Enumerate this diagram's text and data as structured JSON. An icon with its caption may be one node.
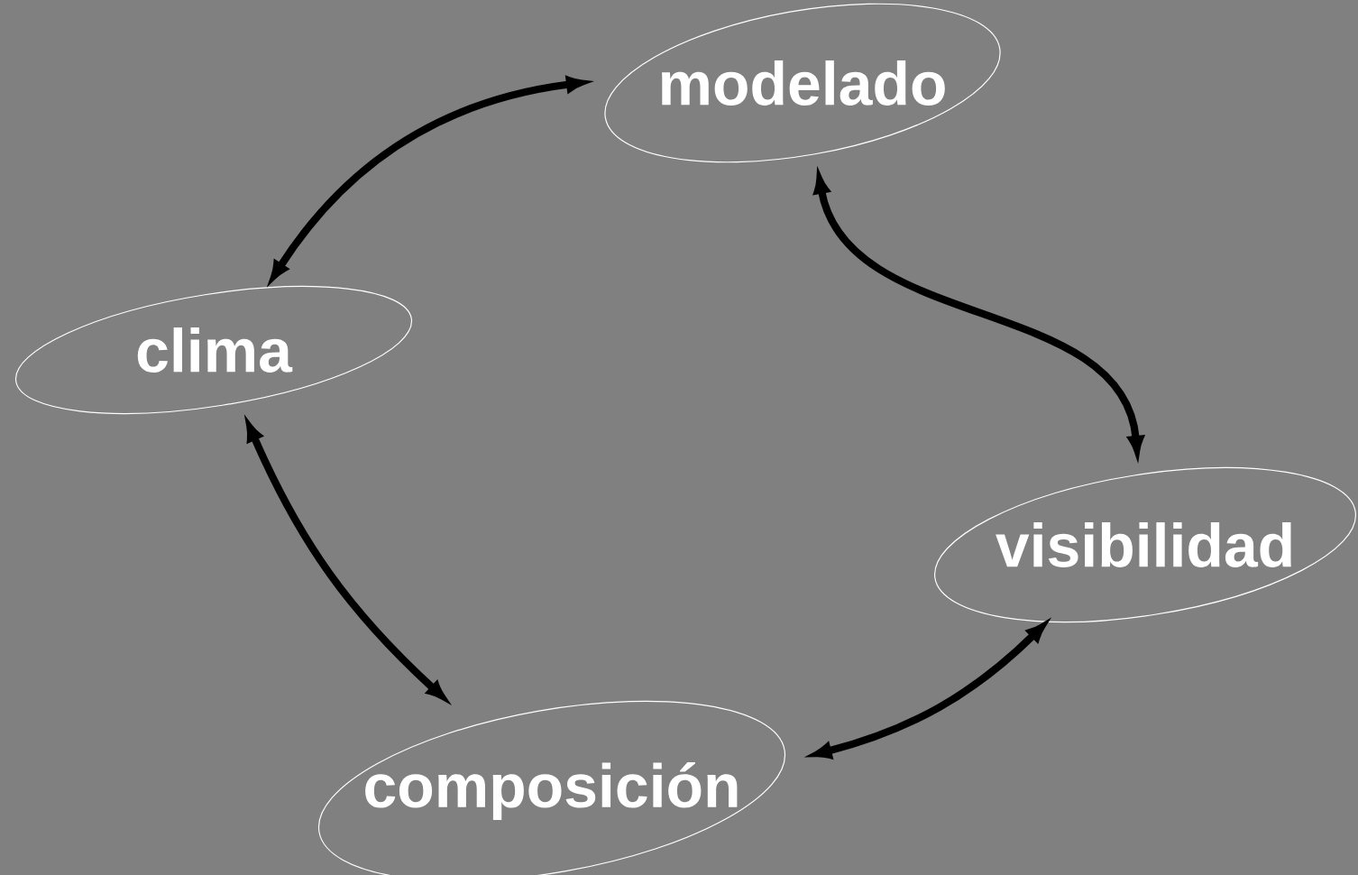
{
  "diagram": {
    "nodes": [
      {
        "text": [
          "modelado"
        ]
      },
      {
        "text": [
          "clima"
        ]
      },
      {
        "text": [
          "visibilidad"
        ]
      },
      {
        "text": [
          "composición"
        ]
      }
    ],
    "edges": [
      {
        "from": 0,
        "to": 1,
        "arrow": "both"
      },
      {
        "from": 0,
        "to": 2,
        "arrow": "both"
      },
      {
        "from": 1,
        "to": 3,
        "arrow": "both"
      },
      {
        "from": 2,
        "to": 3,
        "arrow": "both"
      }
    ]
  }
}
